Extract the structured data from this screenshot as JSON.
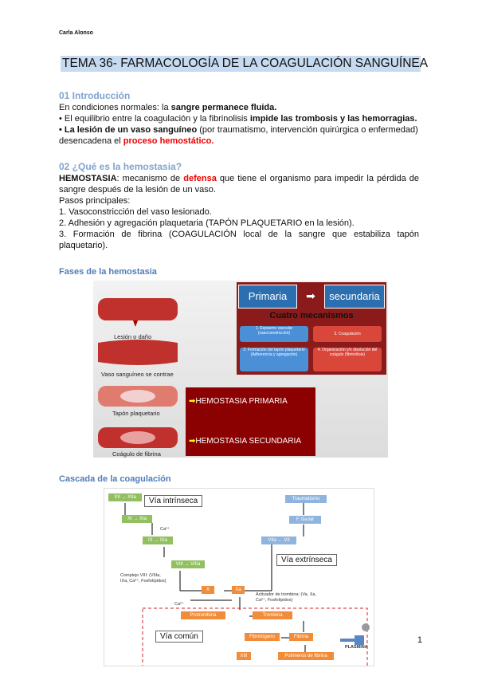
{
  "header": {
    "author": "Carla Alonso"
  },
  "title": "TEMA 36- FARMACOLOGÍA DE LA COAGULACIÓN SANGUÍNEA",
  "sec1": {
    "heading": "01 Introducción",
    "l1a": "En condiciones normales: la ",
    "l1b": "sangre permanece fluida.",
    "l2a": "• El equilibrio entre la coagulación y la fibrinolisis ",
    "l2b": "impide las trombosis y las hemorragias.",
    "l3a": "• La lesión de un vaso sanguíneo",
    "l3b": " (por traumatismo, intervención quirúrgica o enfermedad) desencadena el ",
    "l3c": "proceso hemostático."
  },
  "sec2": {
    "heading": "02 ¿Qué es la hemostasia?",
    "term": "HEMOSTASIA",
    "d1": ": mecanismo de ",
    "d2": "defensa",
    "d3": " que tiene el organismo para impedir la pérdida de sangre después de la lesión de un vaso.",
    "steps_title": "Pasos principales:",
    "steps": [
      "1. Vasoconstricción del vaso lesionado.",
      "2. Adhesión y agregación plaquetaria (TAPÓN PLAQUETARIO en la lesión).",
      "3. Formación de fibrina (COAGULACIÓN local de la sangre que estabiliza tapón plaquetario)."
    ]
  },
  "fig1": {
    "heading": "Fases de la hemostasia",
    "vessels": [
      "Lesión o daño",
      "Vaso sanguíneo se contrae",
      "Tapón plaquetario",
      "Coágulo de fibrina"
    ],
    "primaria": "Primaria",
    "secundaria": "secundaria",
    "cuatro": "Cuatro mecanismos",
    "mech": [
      "1. Espasmo vascular (vasoconstricción)",
      "3. Coagulación",
      "2. Formación del tapón plaquetario (Adherencia y agregación)",
      "4. Organización y/o disolución del coágulo (fibrinólisis)"
    ],
    "hp": "HEMOSTASIA PRIMARIA",
    "hs": "HEMOSTASIA SECUNDARIA"
  },
  "fig2": {
    "heading": "Cascada de la coagulación",
    "intrinseca": "Vía intrínseca",
    "extrinseca": "Vía extrínseca",
    "comun": "Vía común",
    "n": {
      "xii": "XII → XIIa",
      "xi": "XI → XIa",
      "ix": "IX → IXa",
      "viii": "VIII → VIIIa",
      "trauma": "Traumatismo",
      "ft": "F. tisular",
      "vii": "VIIa ← VII",
      "x": "X",
      "xa": "Xa",
      "protro": "Protrombina",
      "trombina": "Trombina",
      "fibrinogeno": "Fibrinógeno",
      "fibrina": "Fibrina",
      "xiii": "XIII",
      "polimeros": "Polímeros de fibrina"
    },
    "ca1": "Ca²⁺",
    "ca2": "Ca²⁺",
    "complejo": "Complejo VIII: (VIIIa, IXa, Ca²⁺, Fosfolípidos)",
    "activador": "Activador de trombina: (Va, Xa, Ca²⁺, Fosfolípidos)",
    "plasmina": "PLASMINA"
  },
  "page_number": "1"
}
